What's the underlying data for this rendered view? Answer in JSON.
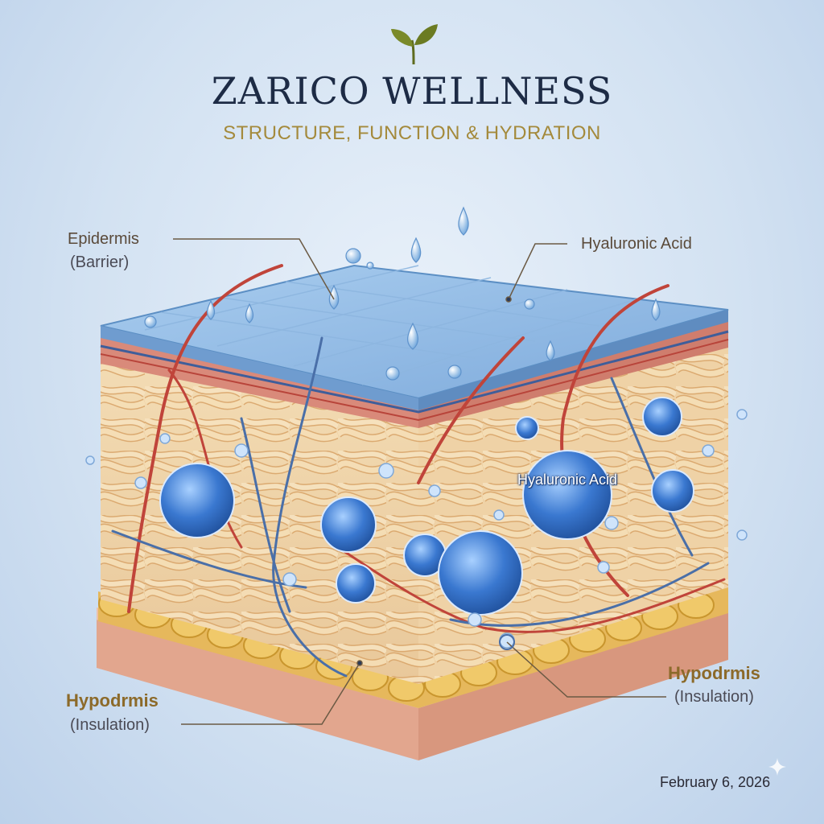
{
  "brand": {
    "title": "ZARICO WELLNESS",
    "subtitle": "STRUCTURE, FUNCTION & HYDRATION",
    "logo_icon": "leaf-sprout-icon",
    "colors": {
      "title": "#1d2b45",
      "subtitle": "#a48a3c",
      "leaf": "#7a8a2a"
    }
  },
  "labels": {
    "epidermis": {
      "name": "Epidermis",
      "role": "(Barrier)"
    },
    "hyaluronic_top": "Hyaluronic Acid",
    "hyaluronic_inner": "Hyaluronic Acid",
    "hypodermis_left": {
      "name": "Hypodrmis",
      "role": "(Insulation)"
    },
    "hypodermis_right": {
      "name": "Hypodrmis",
      "role": "(Insulation)"
    }
  },
  "footer": {
    "date": "February 6, 2026",
    "corner_icon": "sparkle-icon"
  },
  "layer_colors": {
    "epidermis": "#8fb8e2",
    "dermis_band": "#d98a7a",
    "collagen": "#f0d6a8",
    "fat": "#e8c068",
    "base": "#e8b8a0",
    "vessel_red": "#c0443a",
    "vessel_blue": "#4a6fa8",
    "hyaluronic": "#3a78d0"
  }
}
